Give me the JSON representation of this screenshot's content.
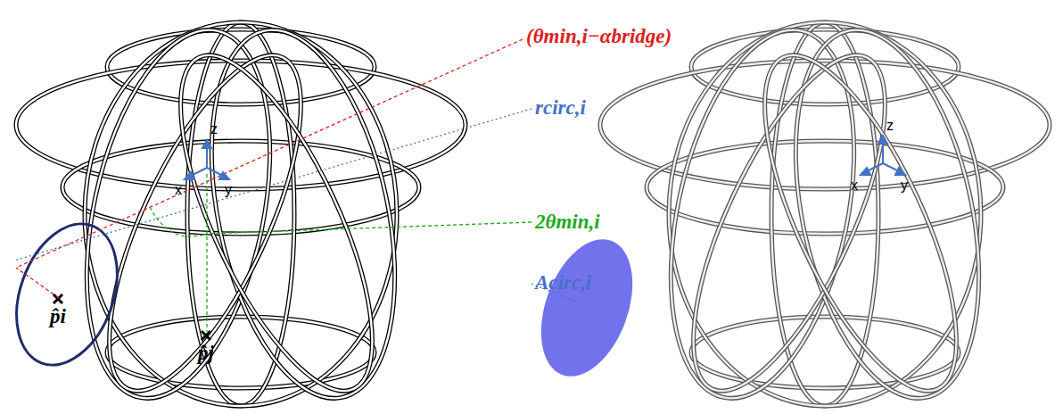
{
  "diagram": {
    "labels": [
      "(θmin,i−αbridge)",
      "rcirc,i",
      "2θmin,i",
      "Acirc,i",
      "z",
      "x",
      "y",
      "p̂i",
      "p̂j",
      "z",
      "x",
      "y"
    ]
  }
}
